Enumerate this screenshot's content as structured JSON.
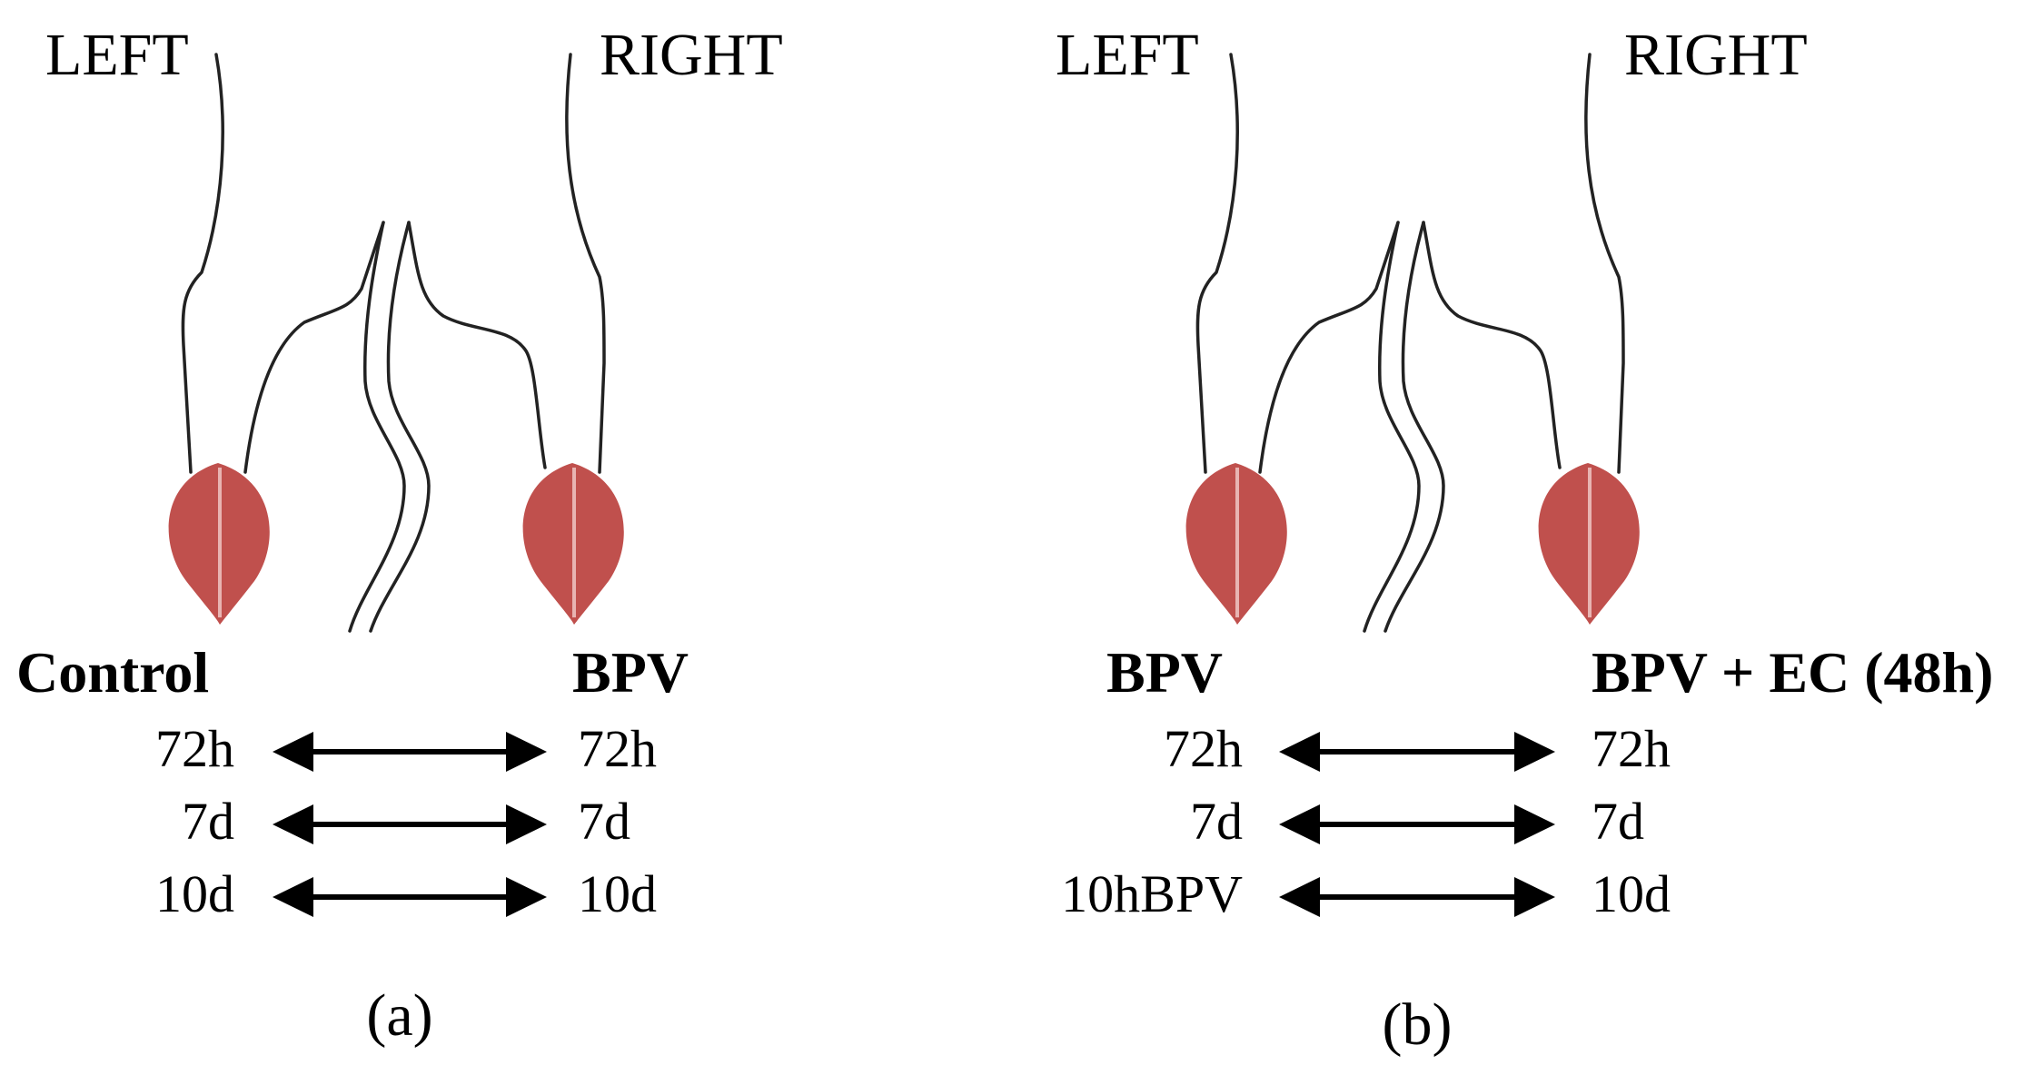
{
  "colors": {
    "muscle": "#c0504d",
    "muscle_highlight": "#e8b4b2",
    "nerve": "#222222",
    "text": "#000000",
    "background": "#ffffff"
  },
  "panels": [
    {
      "id": "a",
      "left_label": "LEFT",
      "right_label": "RIGHT",
      "left_group": "Control",
      "right_group": "BPV",
      "rows": [
        {
          "left": "72h",
          "right": "72h"
        },
        {
          "left": "7d",
          "right": "7d"
        },
        {
          "left": "10d",
          "right": "10d"
        }
      ],
      "caption": "(a)"
    },
    {
      "id": "b",
      "left_label": "LEFT",
      "right_label": "RIGHT",
      "left_group": "BPV",
      "right_group": "BPV + EC (48h)",
      "rows": [
        {
          "left": "72h",
          "right": "72h"
        },
        {
          "left": "7d",
          "right": "7d"
        },
        {
          "left": "10hBPV",
          "right": "10d"
        }
      ],
      "caption": "(b)"
    }
  ]
}
